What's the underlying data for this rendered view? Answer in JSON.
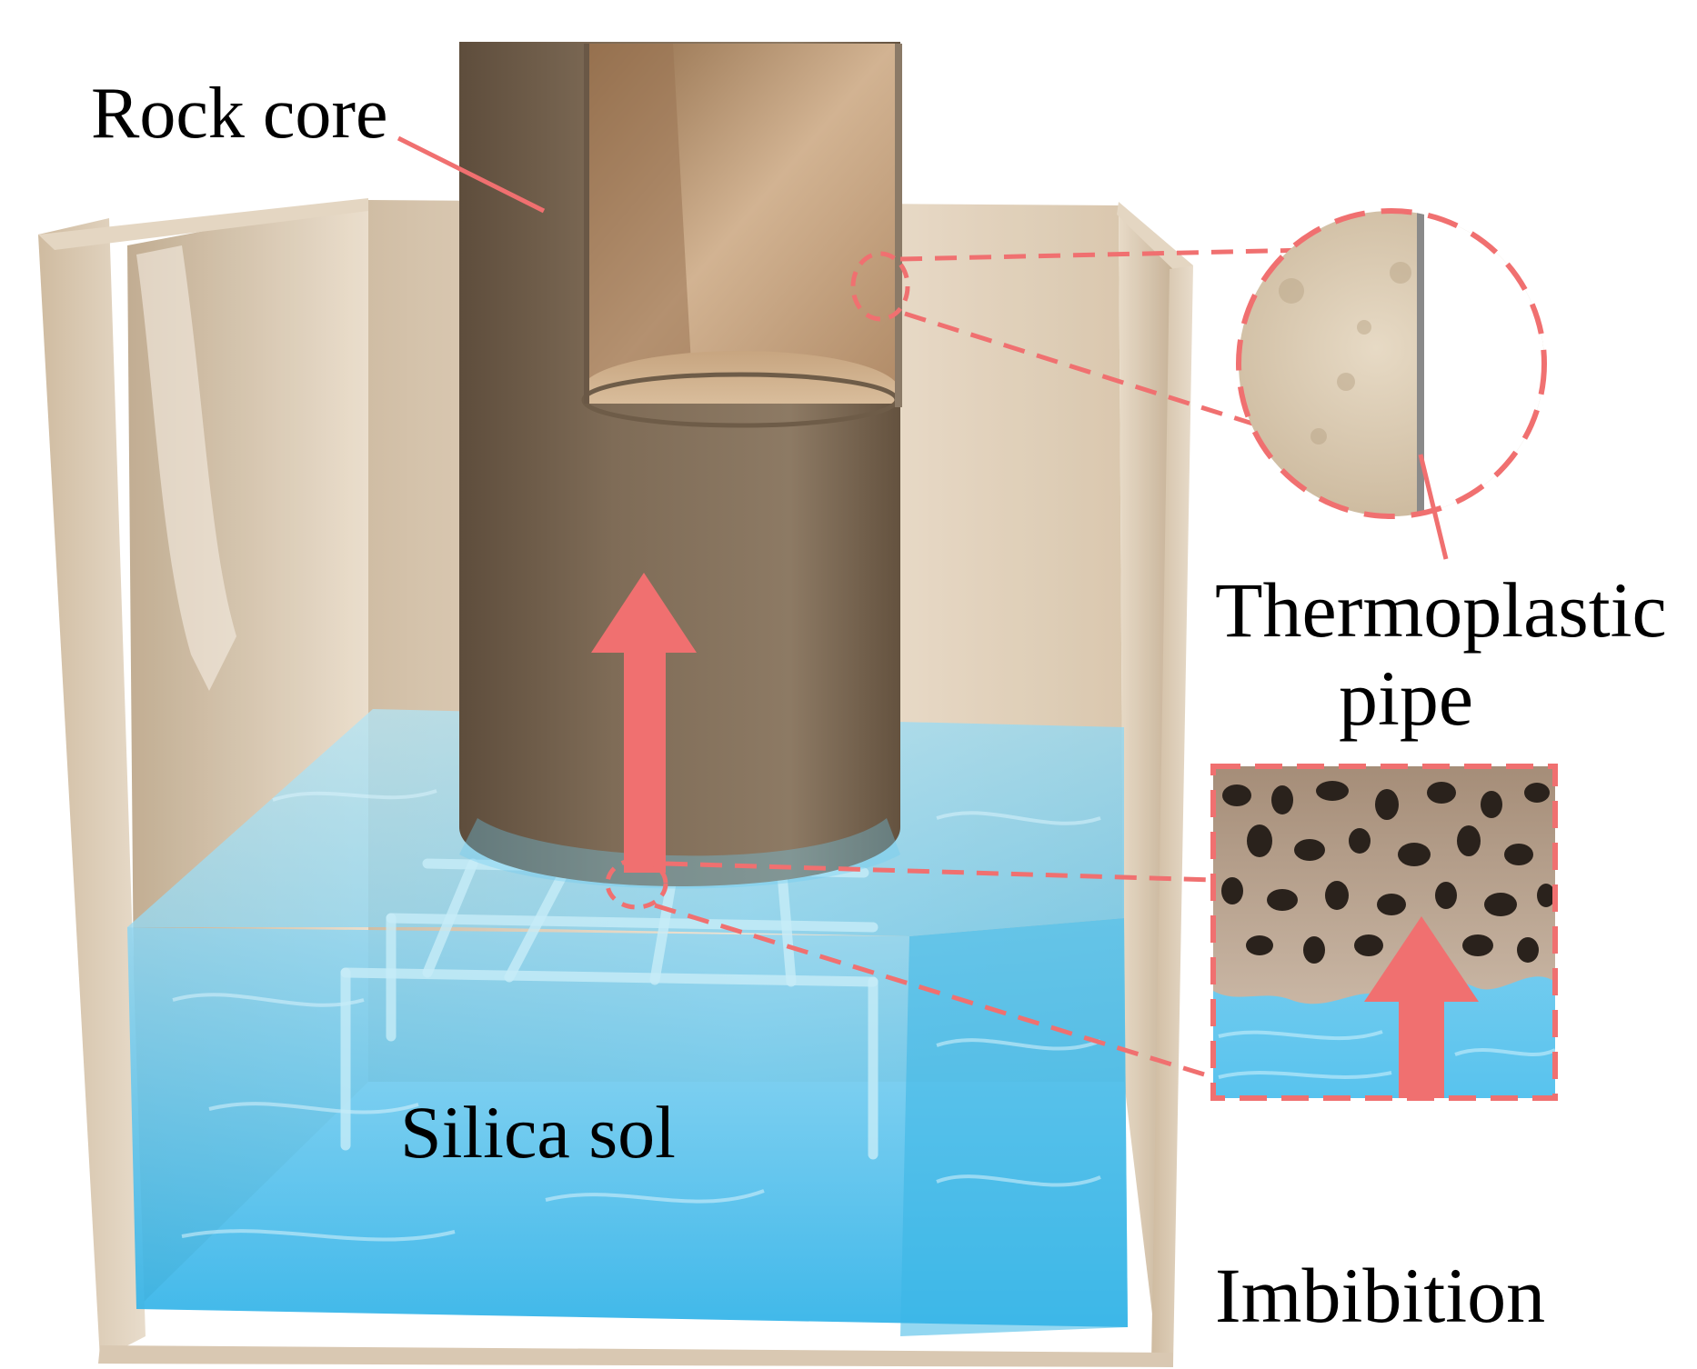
{
  "labels": {
    "rock_core": "Rock core",
    "thermoplastic": "Thermoplastic",
    "pipe": "pipe",
    "silica_sol": "Silica sol",
    "imbibition": "Imbibition"
  },
  "colors": {
    "annotation": "#f07070",
    "container_frame": "#d8c6b0",
    "container_wall": "#ece0cf",
    "core": "#7d6a55",
    "core_cut": "#c8a883",
    "silica_sol": "#5fc4ec"
  }
}
